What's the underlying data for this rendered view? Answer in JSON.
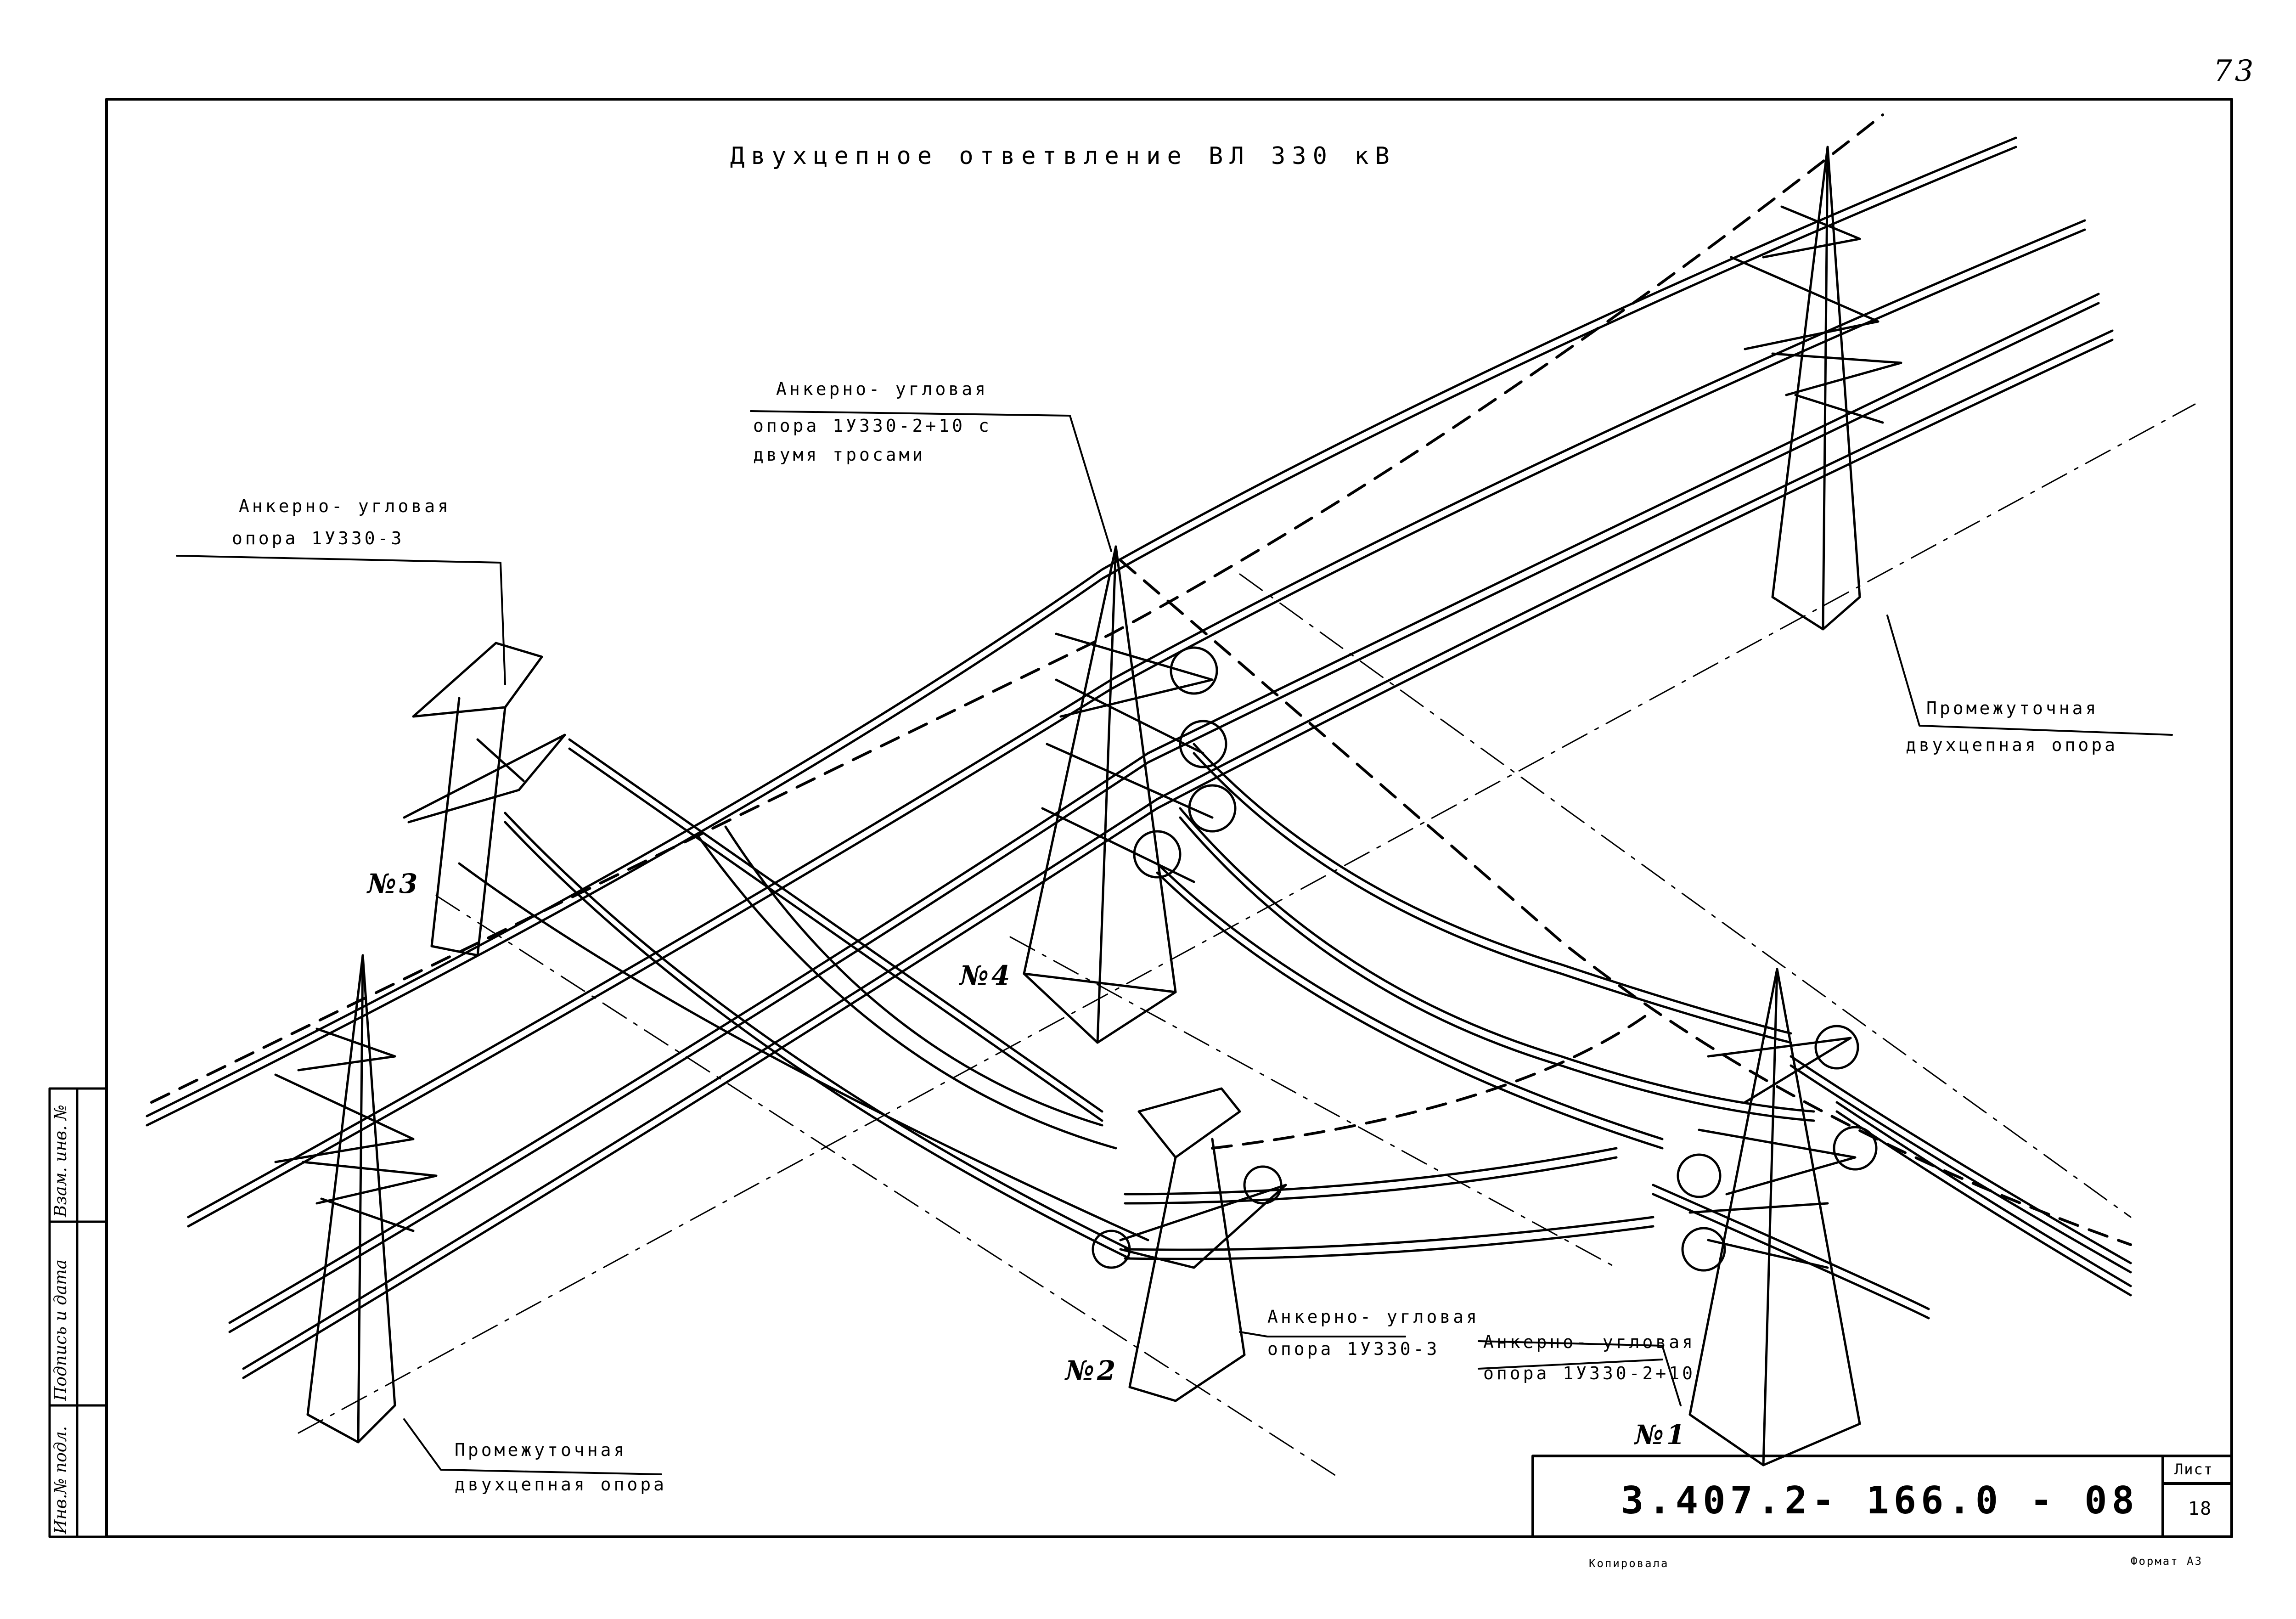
{
  "page_number": "73",
  "title": "Двухцепное ответвление ВЛ 330 кВ",
  "callouts": {
    "tower_top": [
      "Анкерно- угловая",
      "опора 1У330-2+10 с",
      "двумя тросами"
    ],
    "tower_left": [
      "Анкерно- угловая",
      "опора 1У330-3"
    ],
    "intermediate_right": [
      "Промежуточная",
      "двухцепная опора"
    ],
    "intermediate_left": [
      "Промежуточная",
      "двухцепная опора"
    ],
    "tower_n2": [
      "Анкерно- угловая",
      "опора 1У330-3"
    ],
    "tower_n1": [
      "Анкерно- угловая",
      "опора 1У330-2+10"
    ]
  },
  "tower_numbers": {
    "n1": "№1",
    "n2": "№2",
    "n3": "№3",
    "n4": "№4"
  },
  "title_block": {
    "code": "3.407.2- 166.0 - 08",
    "sheet_label": "Лист",
    "sheet_number": "18"
  },
  "side_stamp": [
    "Инв.№ подл.",
    "Подпись и дата",
    "Взам. инв. №"
  ],
  "footer": {
    "copied": "Копировала",
    "format": "Формат А3"
  }
}
